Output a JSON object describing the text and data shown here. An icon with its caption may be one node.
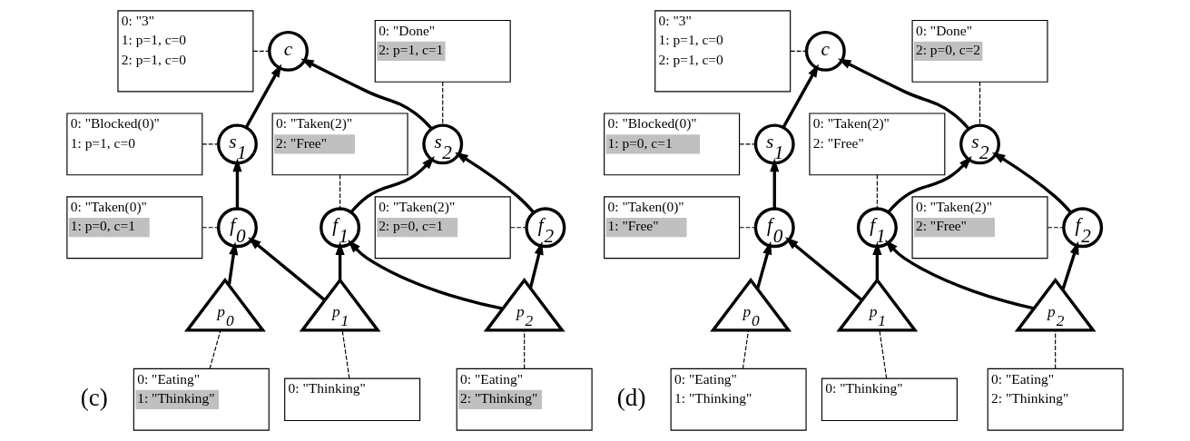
{
  "diagram": {
    "nodes": [
      {
        "text": [
          "c"
        ]
      },
      {
        "text": [
          "s$_{1}$"
        ]
      },
      {
        "text": [
          "s$_{2}$"
        ]
      },
      {
        "text": [
          "f$_{0}$"
        ]
      },
      {
        "text": [
          "f$_{1}$"
        ]
      },
      {
        "text": [
          "f$_{2}$"
        ]
      },
      {
        "text": [
          "p$_{0}$"
        ]
      },
      {
        "text": [
          "p$_{1}$"
        ]
      },
      {
        "text": [
          "p$_{2}$"
        ]
      },
      {
        "text": [
          "0: \"3\"",
          "1: p=1, c=0",
          "2: p=1, c=0"
        ]
      },
      {
        "text": [
          "0: \"Done\"",
          "2: p=1, c=1"
        ]
      },
      {
        "text": [
          "0: \"Blocked(0)\"",
          "1: p=1, c=0"
        ]
      },
      {
        "text": [
          "0: \"Taken(2)\"",
          "2: \"Free\""
        ]
      },
      {
        "text": [
          "0: \"Taken(0)\"",
          "1: p=0, c=1"
        ]
      },
      {
        "text": [
          "0: \"Taken(2)\"",
          "2: p=0, c=1"
        ]
      },
      {
        "text": [
          "0: \"Eating\"",
          "1: \"Thinking\""
        ]
      },
      {
        "text": [
          "0: \"Thinking\""
        ]
      },
      {
        "text": [
          "0: \"Eating\"",
          "2: \"Thinking\""
        ]
      },
      {
        "text": [
          "c"
        ]
      },
      {
        "text": [
          "s$_{1}$"
        ]
      },
      {
        "text": [
          "s$_{2}$"
        ]
      },
      {
        "text": [
          "f$_{0}$"
        ]
      },
      {
        "text": [
          "f$_{1}$"
        ]
      },
      {
        "text": [
          "f$_{2}$"
        ]
      },
      {
        "text": [
          "p$_{0}$"
        ]
      },
      {
        "text": [
          "p$_{1}$"
        ]
      },
      {
        "text": [
          "p$_{2}$"
        ]
      },
      {
        "text": [
          "0: \"3\"",
          "1: p=1, c=0",
          "2: p=1, c=0"
        ]
      },
      {
        "text": [
          "0: \"Done\"",
          "2: p=0, c=2"
        ]
      },
      {
        "text": [
          "0: \"Blocked(0)\"",
          "1: p=0, c=1"
        ]
      },
      {
        "text": [
          "0: \"Taken(2)\"",
          "2: \"Free\""
        ]
      },
      {
        "text": [
          "0: \"Taken(0)\"",
          "1: \"Free\""
        ]
      },
      {
        "text": [
          "0: \"Taken(2)\"",
          "2: \"Free\""
        ]
      },
      {
        "text": [
          "0: \"Eating\"",
          "1: \"Thinking\""
        ]
      },
      {
        "text": [
          "0: \"Thinking\""
        ]
      },
      {
        "text": [
          "0: \"Eating\"",
          "2: \"Thinking\""
        ]
      }
    ],
    "edges": [
      {
        "from": 1,
        "to": 0,
        "arrow": "to"
      },
      {
        "from": 2,
        "to": 0,
        "arrow": "to"
      },
      {
        "from": 3,
        "to": 1,
        "arrow": "to"
      },
      {
        "from": 4,
        "to": 2,
        "arrow": "to"
      },
      {
        "from": 5,
        "to": 2,
        "arrow": "to"
      },
      {
        "from": 6,
        "to": 3,
        "arrow": "to"
      },
      {
        "from": 7,
        "to": 3,
        "arrow": "to"
      },
      {
        "from": 7,
        "to": 4,
        "arrow": "to"
      },
      {
        "from": 8,
        "to": 4,
        "arrow": "to"
      },
      {
        "from": 8,
        "to": 5,
        "arrow": "to"
      },
      {
        "from": 9,
        "to": 0,
        "arrow": "none",
        "style": "dashed"
      },
      {
        "from": 10,
        "to": 2,
        "arrow": "none",
        "style": "dashed"
      },
      {
        "from": 11,
        "to": 1,
        "arrow": "none",
        "style": "dashed"
      },
      {
        "from": 12,
        "to": 4,
        "arrow": "none",
        "style": "dashed"
      },
      {
        "from": 13,
        "to": 3,
        "arrow": "none",
        "style": "dashed"
      },
      {
        "from": 14,
        "to": 5,
        "arrow": "none",
        "style": "dashed"
      },
      {
        "from": 15,
        "to": 6,
        "arrow": "none",
        "style": "dashed"
      },
      {
        "from": 16,
        "to": 7,
        "arrow": "none",
        "style": "dashed"
      },
      {
        "from": 17,
        "to": 8,
        "arrow": "none",
        "style": "dashed"
      },
      {
        "from": 19,
        "to": 18,
        "arrow": "to"
      },
      {
        "from": 20,
        "to": 18,
        "arrow": "to"
      },
      {
        "from": 21,
        "to": 19,
        "arrow": "to"
      },
      {
        "from": 22,
        "to": 20,
        "arrow": "to"
      },
      {
        "from": 23,
        "to": 20,
        "arrow": "to"
      },
      {
        "from": 24,
        "to": 21,
        "arrow": "to"
      },
      {
        "from": 25,
        "to": 21,
        "arrow": "to"
      },
      {
        "from": 25,
        "to": 22,
        "arrow": "to"
      },
      {
        "from": 26,
        "to": 22,
        "arrow": "to"
      },
      {
        "from": 26,
        "to": 23,
        "arrow": "to"
      },
      {
        "from": 27,
        "to": 18,
        "arrow": "none",
        "style": "dashed"
      },
      {
        "from": 28,
        "to": 20,
        "arrow": "none",
        "style": "dashed"
      },
      {
        "from": 29,
        "to": 19,
        "arrow": "none",
        "style": "dashed"
      },
      {
        "from": 30,
        "to": 22,
        "arrow": "none",
        "style": "dashed"
      },
      {
        "from": 31,
        "to": 21,
        "arrow": "none",
        "style": "dashed"
      },
      {
        "from": 32,
        "to": 23,
        "arrow": "none",
        "style": "dashed"
      },
      {
        "from": 33,
        "to": 24,
        "arrow": "none",
        "style": "dashed"
      },
      {
        "from": 34,
        "to": 25,
        "arrow": "none",
        "style": "dashed"
      },
      {
        "from": 35,
        "to": 26,
        "arrow": "none",
        "style": "dashed"
      }
    ],
    "labels": [
      "(c)",
      "(d)"
    ]
  }
}
